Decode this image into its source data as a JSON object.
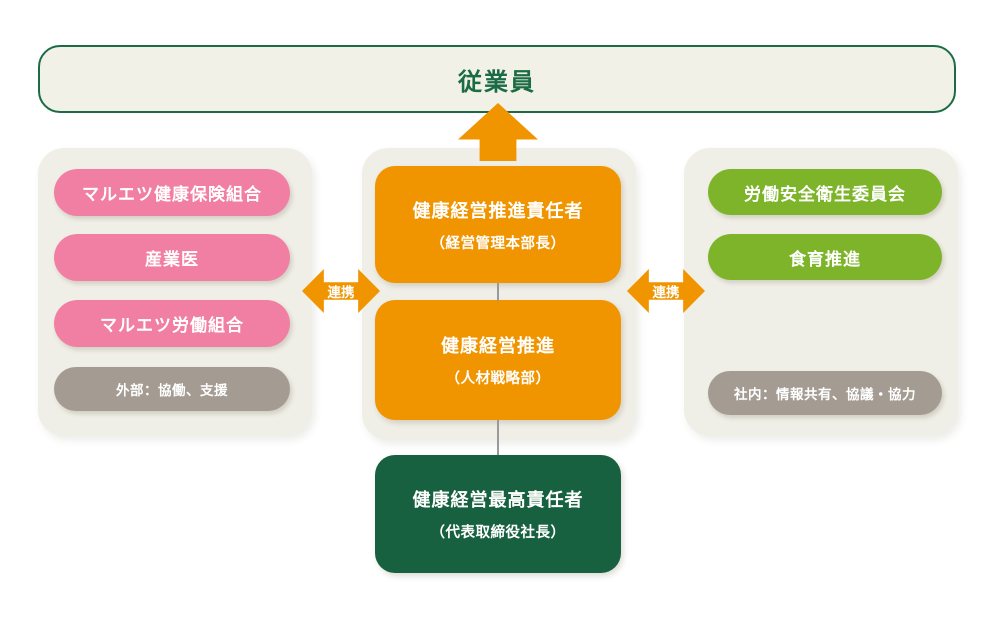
{
  "top_box": {
    "label": "従業員"
  },
  "left_panel": {
    "items": [
      "マルエツ健康保険組合",
      "産業医",
      "マルエツ労働組合"
    ],
    "note": "外部：協働、支援"
  },
  "center_panel": {
    "boxes": [
      {
        "title": "健康経営推進責任者",
        "subtitle": "（経営管理本部長）"
      },
      {
        "title": "健康経営推進",
        "subtitle": "（人材戦略部）"
      }
    ]
  },
  "right_panel": {
    "items": [
      "労働安全衛生委員会",
      "食育推進"
    ],
    "note": "社内：情報共有、協議・協力"
  },
  "bottom_box": {
    "title": "健康経営最高責任者",
    "subtitle": "（代表取締役社長）"
  },
  "connectors": {
    "left_link_label": "連携",
    "right_link_label": "連携"
  },
  "palette": {
    "orange": "#F09400",
    "pink": "#F17FA4",
    "yellow_green": "#7DB42A",
    "dark_green": "#176140",
    "green_text_border": "#1B6B45",
    "panel_bg": "#F0EFE7",
    "top_box_bg": "#F2F1E8",
    "gray_pill": "#A49C93",
    "connector_line": "#9A9A9A"
  }
}
